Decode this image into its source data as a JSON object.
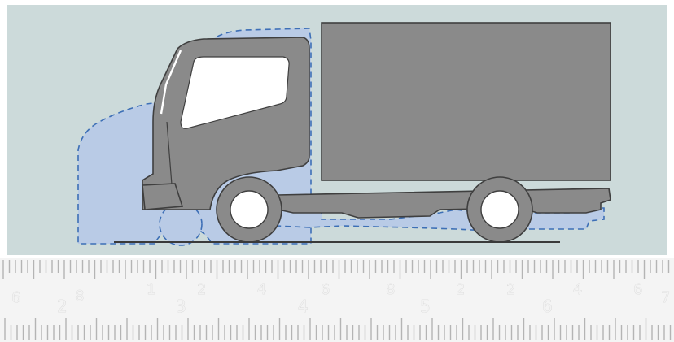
{
  "diagram": {
    "colors": {
      "background": "#ccdada",
      "truck_body": "#8a8a8a",
      "truck_outline": "#3f3f3f",
      "ghost_fill": "#b9cbe6",
      "ghost_stroke": "#3d6fb6",
      "windshield": "#ffffff",
      "ground_line": "#3a3a3a",
      "ruler": "#f4f4f4",
      "ruler_ticks": "#b4b4b4"
    },
    "ruler": {
      "upper_numbers": [
        "8",
        "1",
        "2",
        "4",
        "6",
        "8",
        "2",
        "2",
        "4",
        "6"
      ],
      "lower_numbers": [
        "6",
        "2",
        "3",
        "4",
        "5",
        "6",
        "7"
      ]
    }
  }
}
